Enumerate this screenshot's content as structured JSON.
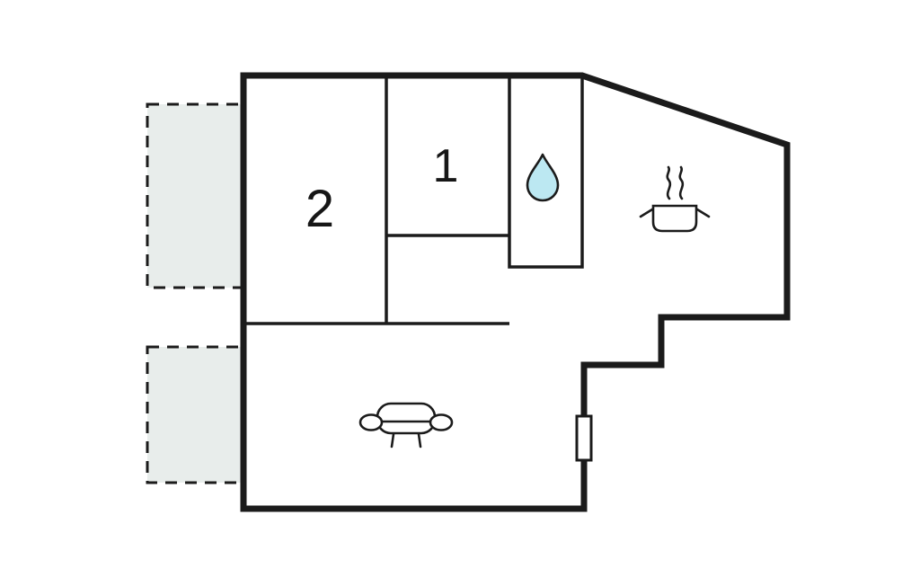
{
  "floorplan": {
    "title": "apartment-floor-plan",
    "rooms": [
      {
        "id": "room-2",
        "label": "2"
      },
      {
        "id": "room-1",
        "label": "1"
      }
    ],
    "icons": [
      {
        "name": "water-drop-icon"
      },
      {
        "name": "cooking-pot-icon"
      },
      {
        "name": "sofa-icon"
      },
      {
        "name": "window-marker"
      }
    ],
    "colors": {
      "background": "#ffffff",
      "wall": "#1b1b1b",
      "icon_stroke": "#1b1b1b",
      "terrace_fill": "#e8edeb",
      "water_drop_fill": "#bce8f2"
    }
  }
}
